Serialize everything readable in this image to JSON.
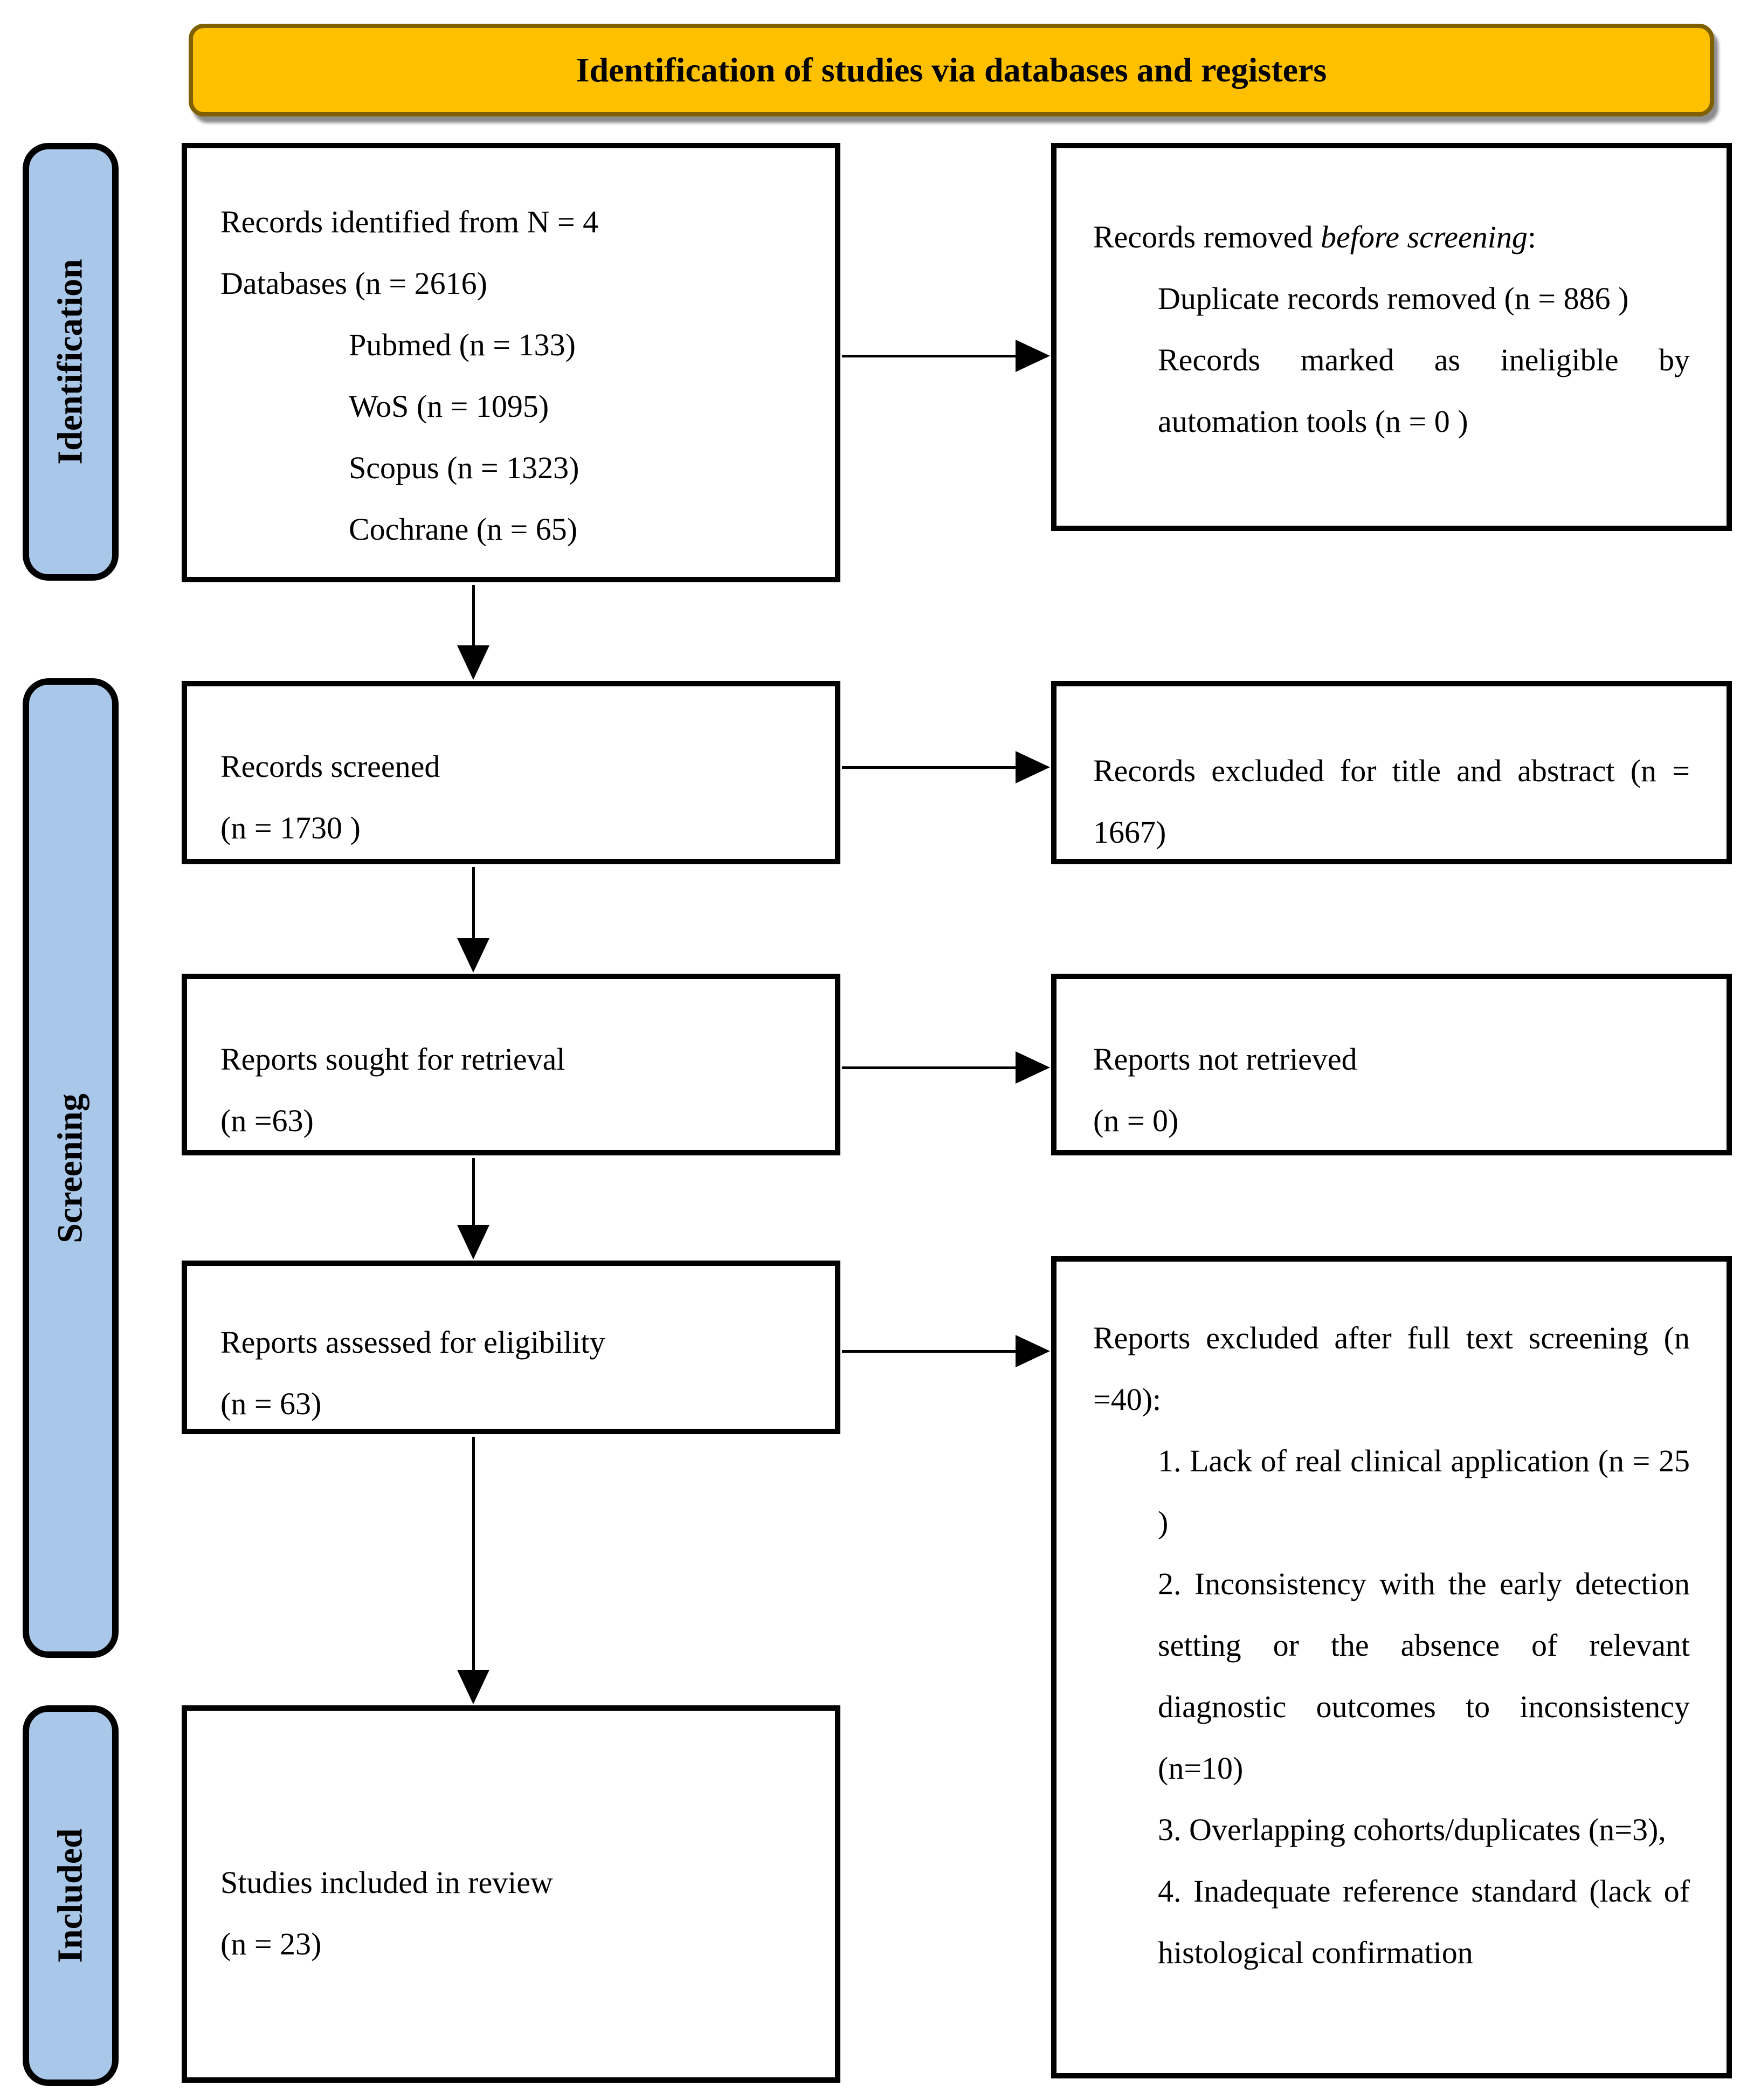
{
  "colors": {
    "banner_bg": "#FFC000",
    "banner_border": "#7F6000",
    "stage_bg": "#A9C8E9",
    "box_border": "#000000"
  },
  "banner": {
    "title": "Identification of studies via databases and registers"
  },
  "stages": {
    "identification": "Identification",
    "screening": "Screening",
    "included": "Included"
  },
  "boxes": {
    "records_identified": {
      "line1": "Records identified from N = 4",
      "line2": "Databases (n = 2616)",
      "databases": [
        "Pubmed (n = 133)",
        "WoS (n = 1095)",
        "Scopus (n = 1323)",
        "Cochrane (n = 65)"
      ]
    },
    "records_removed": {
      "intro_prefix": "Records removed ",
      "intro_italic": "before screening",
      "intro_suffix": ":",
      "items": [
        "Duplicate records removed  (n = 886 )",
        "Records marked as ineligible by automation tools (n = 0 )"
      ]
    },
    "records_screened": {
      "line1": "Records screened",
      "line2": "(n = 1730 )"
    },
    "records_excluded_title_abstract": {
      "text": "Records excluded for title and abstract (n = 1667)"
    },
    "reports_sought": {
      "line1": "Reports sought for retrieval",
      "line2": "(n =63)"
    },
    "reports_not_retrieved": {
      "line1": "Reports not retrieved",
      "line2": "(n = 0)"
    },
    "reports_assessed": {
      "line1": "Reports assessed for eligibility",
      "line2": "(n = 63)"
    },
    "reports_excluded_fulltext": {
      "header": "Reports excluded after full text screening (n =40):",
      "items": [
        "1. Lack of real clinical application (n = 25 )",
        "2. Inconsistency with the early detection setting or the absence of relevant diagnostic outcomes to inconsistency (n=10)",
        "3. Overlapping cohorts/duplicates (n=3),",
        "4. Inadequate reference standard (lack of histological confirmation"
      ]
    },
    "studies_included": {
      "line1": "Studies included in review",
      "line2": "(n = 23)"
    }
  }
}
